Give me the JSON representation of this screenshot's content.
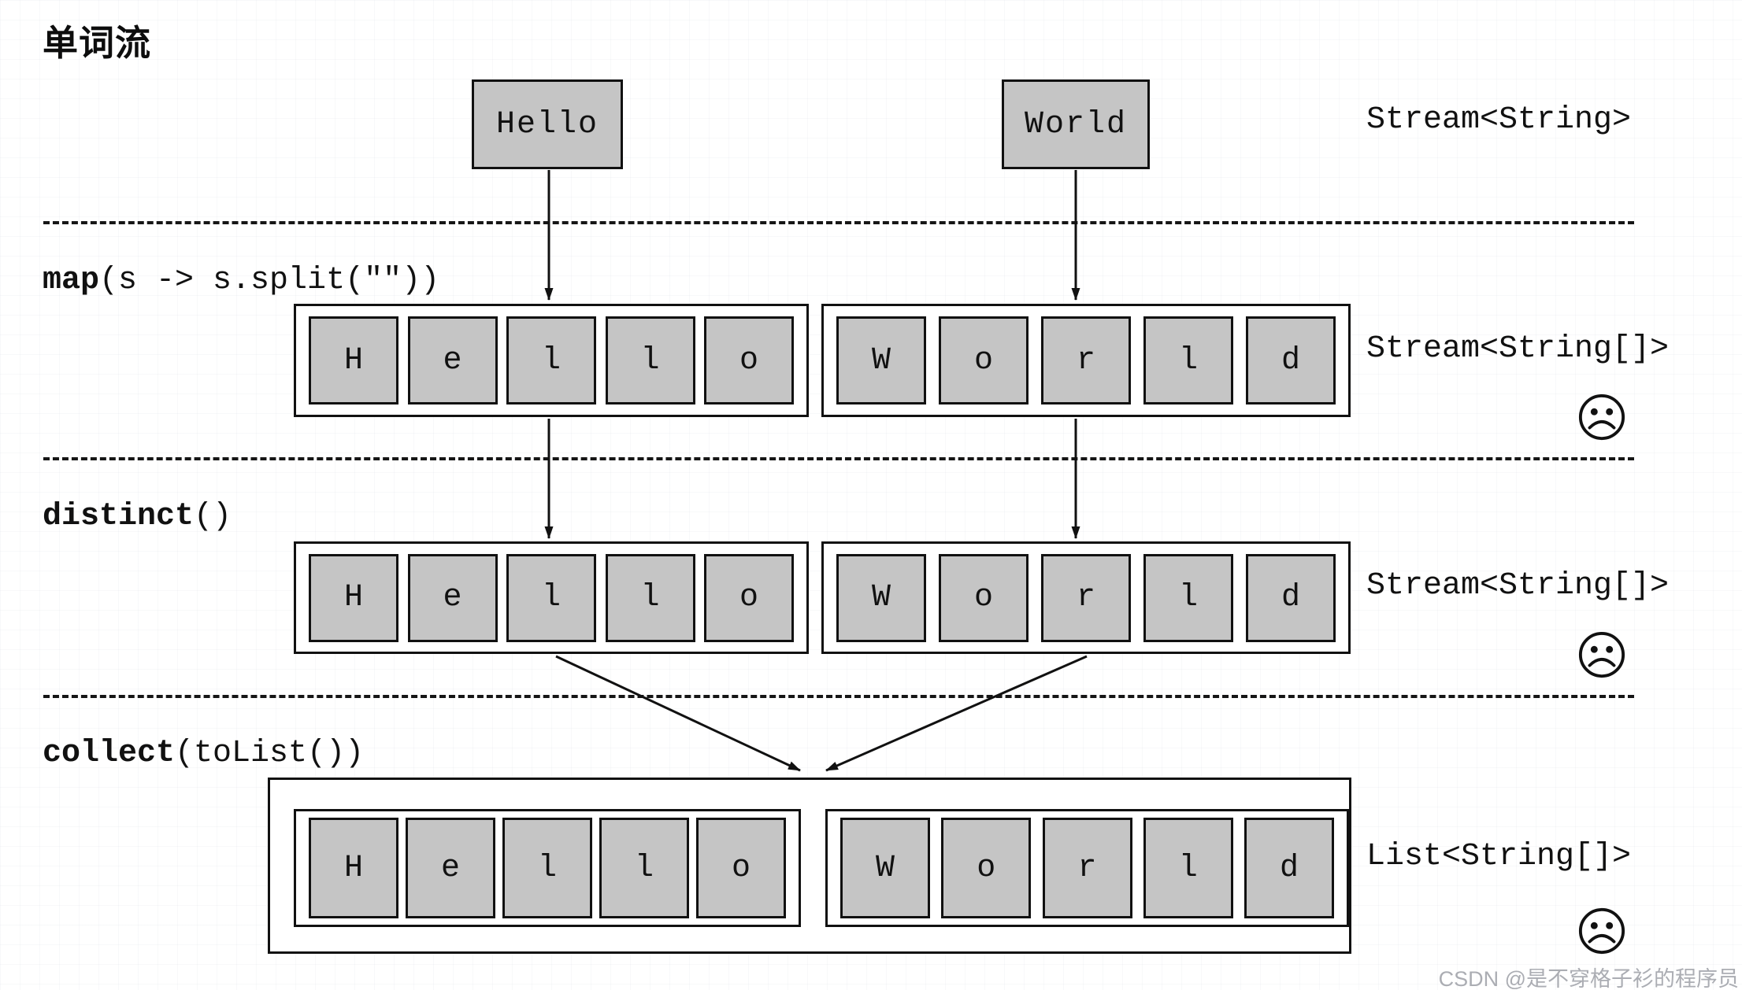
{
  "title": "单词流",
  "stages": {
    "source": {
      "hello": "Hello",
      "world": "World",
      "type_label": "Stream<String>"
    },
    "map": {
      "op_name": "map",
      "op_args": "(s -> s.split(\"\"))",
      "type_label": "Stream<String[]>"
    },
    "distinct": {
      "op_name": "distinct",
      "op_args": "()",
      "type_label": "Stream<String[]>"
    },
    "collect": {
      "op_name": "collect",
      "op_args": "(toList())",
      "type_label": "List<String[]>"
    }
  },
  "arrays": {
    "hello": [
      "H",
      "e",
      "l",
      "l",
      "o"
    ],
    "world": [
      "W",
      "o",
      "r",
      "l",
      "d"
    ]
  },
  "icons": {
    "mood": "sad-face"
  },
  "colors": {
    "cell_fill": "#c5c5c5",
    "line": "#111111",
    "watermark_text": "#abadb3"
  },
  "watermark": "CSDN @是不穿格子衫的程序员"
}
